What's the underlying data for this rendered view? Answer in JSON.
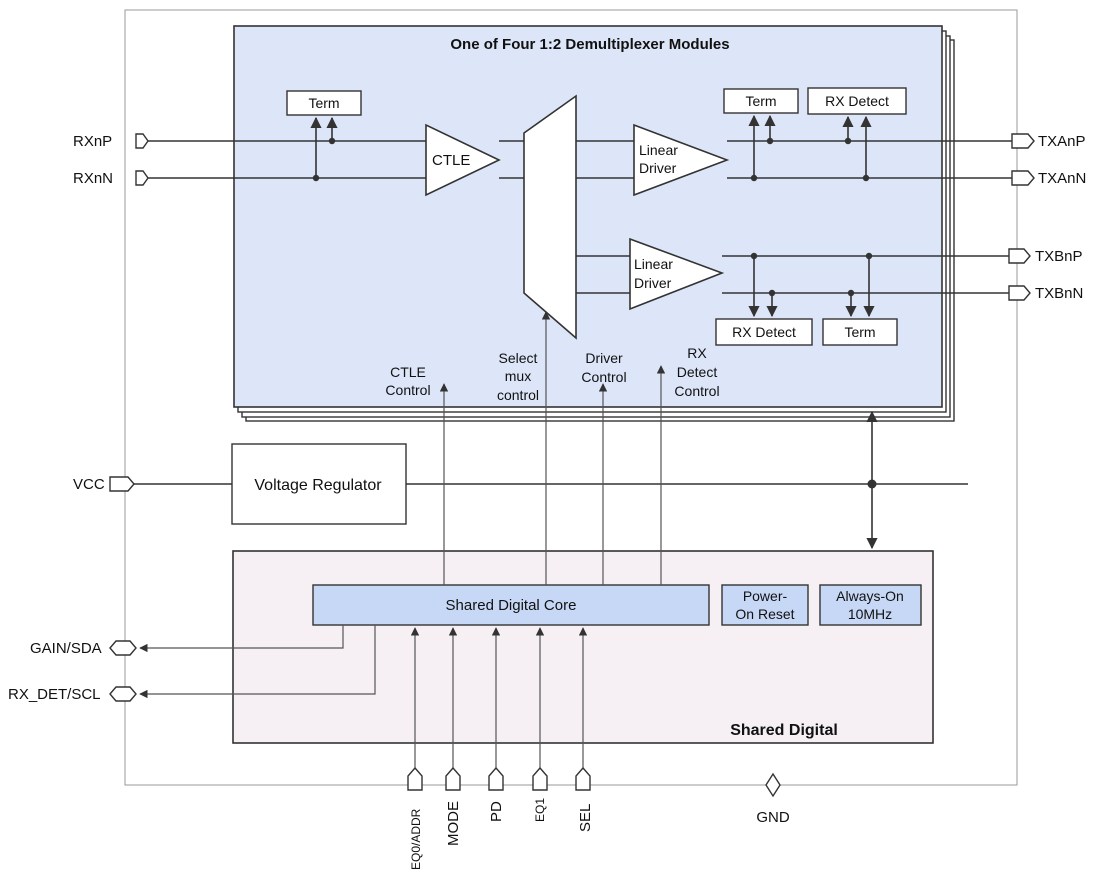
{
  "module": {
    "title": "One of Four 1:2 Demultiplexer Modules",
    "ctle": "CTLE",
    "term_in": "Term",
    "term_a": "Term",
    "rx_detect_a": "RX Detect",
    "driver_a": [
      "Linear",
      "Driver"
    ],
    "driver_b": [
      "Linear",
      "Driver"
    ],
    "rx_detect_b": "RX Detect",
    "term_b": "Term",
    "control_labels": {
      "ctle": [
        "CTLE",
        "Control"
      ],
      "mux": [
        "Select",
        "mux",
        "control"
      ],
      "driver": [
        "Driver",
        "Control"
      ],
      "rx_detect": [
        "RX",
        "Detect",
        "Control"
      ]
    }
  },
  "regulator": {
    "label": "Voltage Regulator"
  },
  "digital": {
    "title": "Shared Digital",
    "core": "Shared Digital Core",
    "por": [
      "Power-",
      "On Reset"
    ],
    "osc": [
      "Always-On",
      "10MHz"
    ]
  },
  "pins": {
    "rxp": "RXnP",
    "rxn": "RXnN",
    "txap": "TXAnP",
    "txan": "TXAnN",
    "txbp": "TXBnP",
    "txbn": "TXBnN",
    "vcc": "VCC",
    "gain": "GAIN/SDA",
    "rxdet": "RX_DET/SCL",
    "eq0": "EQ0/ADDR",
    "mode": "MODE",
    "pd": "PD",
    "eq1": "EQ1",
    "sel": "SEL",
    "gnd": "GND"
  },
  "colors": {
    "module_fill": "#dde6f8",
    "digital_fill": "#f6f0f4",
    "block_fill": "#c7d8f6",
    "line": "#333333"
  }
}
